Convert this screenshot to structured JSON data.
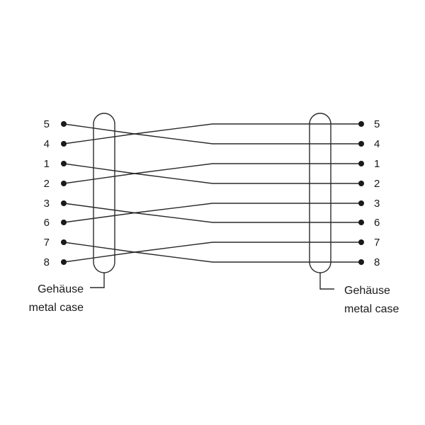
{
  "diagram": {
    "left_connector": {
      "pins": [
        "5",
        "4",
        "1",
        "2",
        "3",
        "6",
        "7",
        "8"
      ],
      "case_label_line1": "Gehäuse",
      "case_label_line2": "metal case"
    },
    "right_connector": {
      "pins": [
        "5",
        "4",
        "1",
        "2",
        "3",
        "6",
        "7",
        "8"
      ],
      "case_label_line1": "Gehäuse",
      "case_label_line2": "metal case"
    },
    "wiring": [
      {
        "from_pin": "5",
        "to_pin": "4"
      },
      {
        "from_pin": "4",
        "to_pin": "5"
      },
      {
        "from_pin": "1",
        "to_pin": "2"
      },
      {
        "from_pin": "2",
        "to_pin": "1"
      },
      {
        "from_pin": "3",
        "to_pin": "6"
      },
      {
        "from_pin": "6",
        "to_pin": "3"
      },
      {
        "from_pin": "7",
        "to_pin": "8"
      },
      {
        "from_pin": "8",
        "to_pin": "7"
      }
    ],
    "colors": {
      "line": "#2a2a2a",
      "text": "#1a1a1a",
      "background": "#ffffff"
    }
  }
}
